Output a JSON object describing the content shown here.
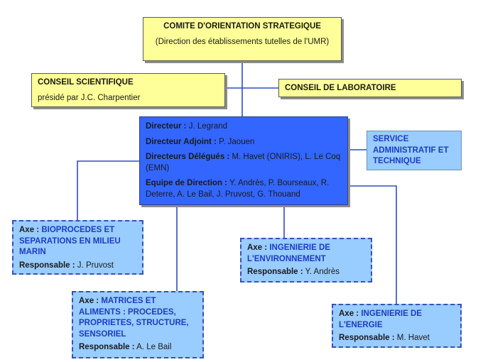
{
  "comite": {
    "title": "COMITE D'ORIENTATION STRATEGIQUE",
    "subtitle": "(Direction des établissements tutelles de l'UMR)"
  },
  "conseil_scientifique": {
    "title": "CONSEIL SCIENTIFIQUE",
    "subtitle": "présidé par J.C. Charpentier"
  },
  "conseil_laboratoire": {
    "title": "CONSEIL DE LABORATOIRE"
  },
  "direction": {
    "directeur_label": "Directeur :",
    "directeur_value": " J. Legrand",
    "adjoint_label": "Directeur Adjoint :",
    "adjoint_value": " P. Jaouen",
    "delegues_label": "Directeurs Délégués :",
    "delegues_value": " M. Havet (ONIRIS), L. Le Coq (EMN)",
    "equipe_label": "Equipe de Direction :",
    "equipe_value": " Y. Andrès, P. Bourseaux, R. Deterre, A. Le Bail,  J. Pruvost, G. Thouand"
  },
  "service": {
    "title": "SERVICE ADMINISTRATIF ET TECHNIQUE"
  },
  "axes": [
    {
      "axe_label": "Axe : ",
      "axe_value": "BIOPROCEDES ET SEPARATIONS EN MILIEU MARIN",
      "resp_label": "Responsable :",
      "resp_value": " J. Pruvost"
    },
    {
      "axe_label": "Axe : ",
      "axe_value": "MATRICES ET ALIMENTS : PROCEDES, PROPRIETES, STRUCTURE, SENSORIEL",
      "resp_label": "Responsable :",
      "resp_value": " A. Le Bail"
    },
    {
      "axe_label": "Axe : ",
      "axe_value": "INGENIERIE DE L'ENVIRONNEMENT",
      "resp_label": "Responsable :",
      "resp_value": " Y. Andrès"
    },
    {
      "axe_label": "Axe : ",
      "axe_value": "INGENIERIE DE L'ENERGIE",
      "resp_label": "Responsable :",
      "resp_value": " M. Havet"
    }
  ],
  "colors": {
    "yellow_box": "#ffff99",
    "director_box": "#3366ff",
    "axe_box": "#99ccff",
    "axe_border": "#3a50b5",
    "axe_text": "#1c3cbf",
    "connector": "#2f4bc4"
  }
}
